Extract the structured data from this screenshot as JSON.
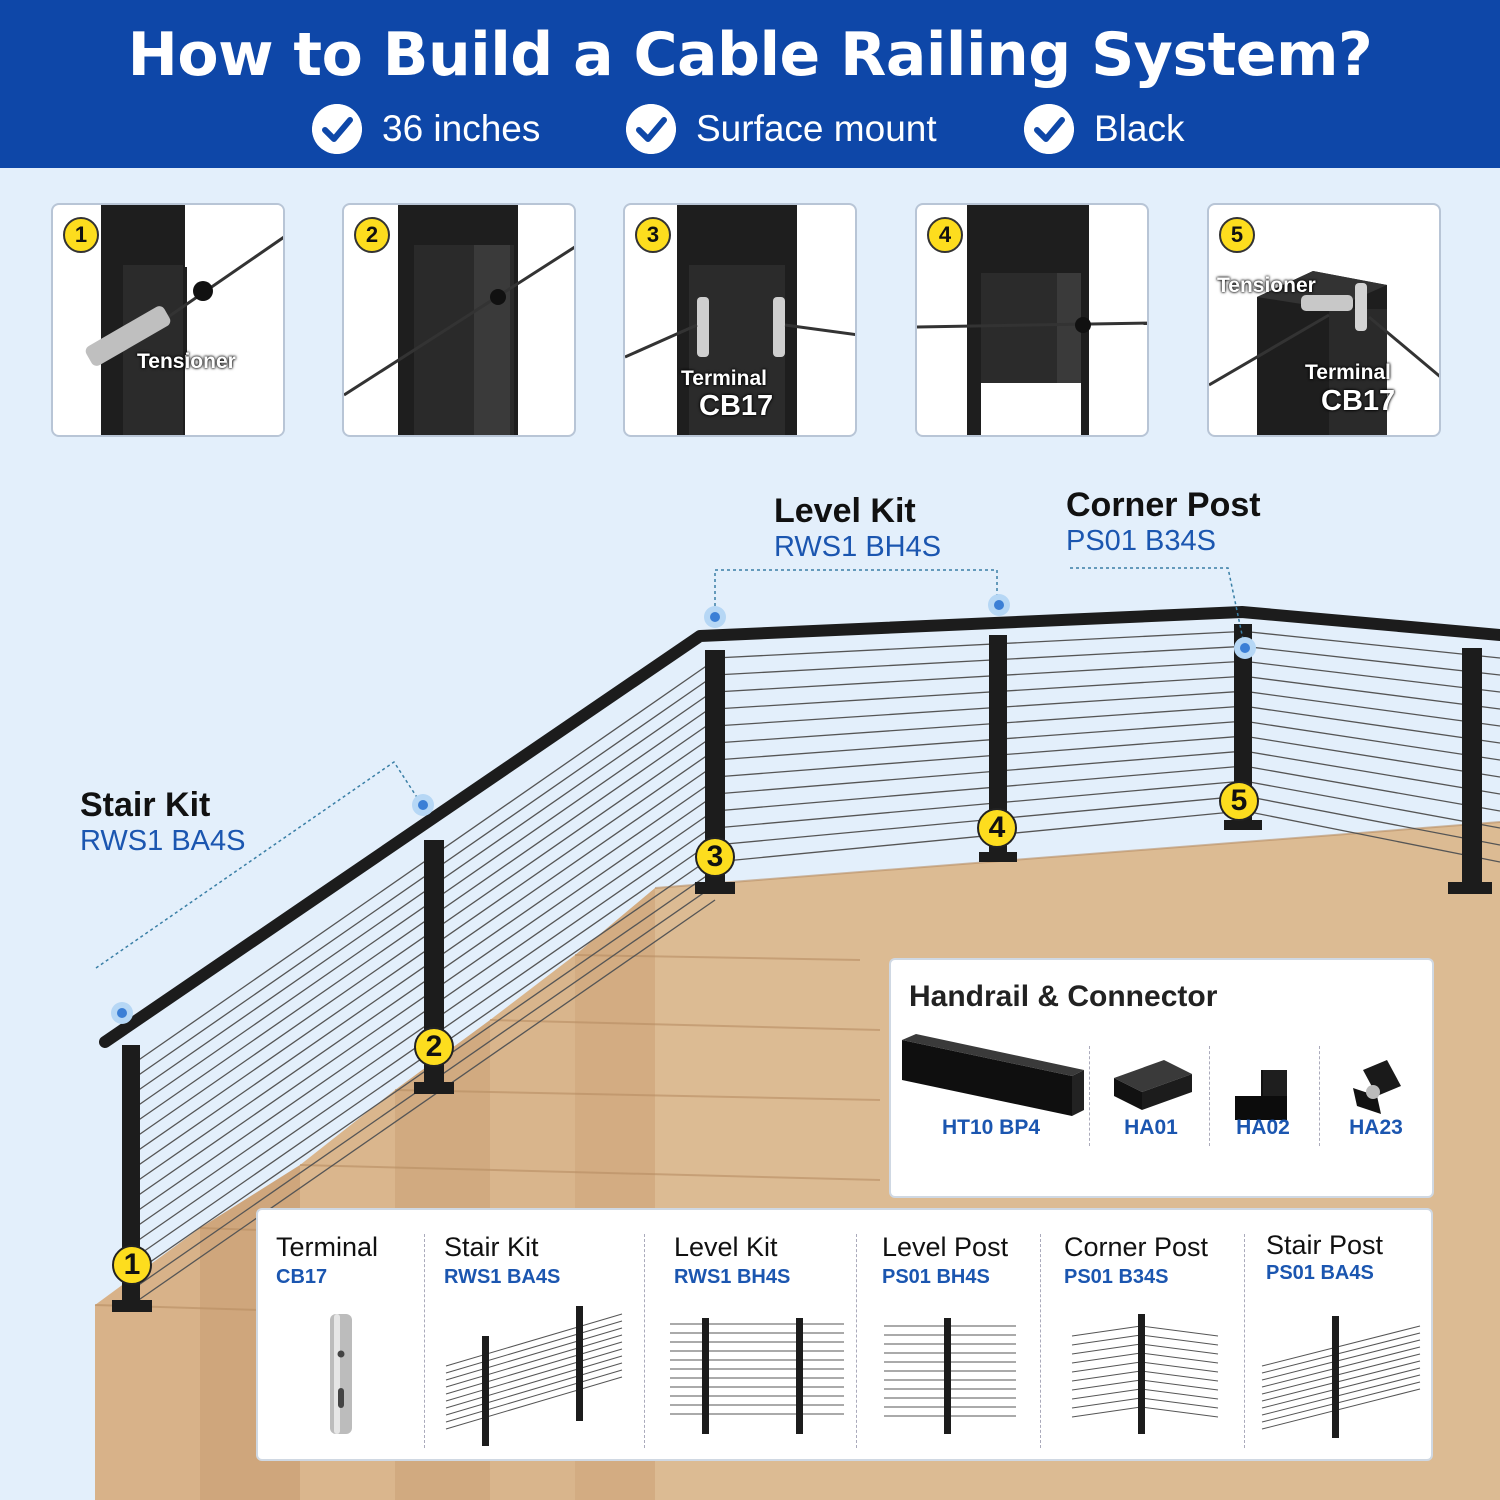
{
  "header": {
    "title": "How to Build a Cable Railing System?",
    "features": [
      {
        "label": "36 inches"
      },
      {
        "label": "Surface mount"
      },
      {
        "label": "Black"
      }
    ]
  },
  "steps": [
    {
      "number": "1",
      "labels": [
        "Tensioner"
      ]
    },
    {
      "number": "2",
      "labels": []
    },
    {
      "number": "3",
      "labels": [
        "Terminal",
        "CB17"
      ]
    },
    {
      "number": "4",
      "labels": []
    },
    {
      "number": "5",
      "labels": [
        "Tensioner",
        "Terminal",
        "CB17"
      ]
    }
  ],
  "callouts": {
    "stair_kit": {
      "name": "Stair Kit",
      "code": "RWS1 BA4S"
    },
    "level_kit": {
      "name": "Level Kit",
      "code": "RWS1 BH4S"
    },
    "corner_post": {
      "name": "Corner Post",
      "code": "PS01 B34S"
    }
  },
  "post_markers": [
    "1",
    "2",
    "3",
    "4",
    "5"
  ],
  "handrail": {
    "title": "Handrail & Connector",
    "items": [
      {
        "code": "HT10 BP4"
      },
      {
        "code": "HA01"
      },
      {
        "code": "HA02"
      },
      {
        "code": "HA23"
      }
    ]
  },
  "products": [
    {
      "name": "Terminal",
      "code": "CB17"
    },
    {
      "name": "Stair Kit",
      "code": "RWS1 BA4S"
    },
    {
      "name": "Level Kit",
      "code": "RWS1 BH4S"
    },
    {
      "name": "Level Post",
      "code": "PS01 BH4S"
    },
    {
      "name": "Corner Post",
      "code": "PS01 B34S"
    },
    {
      "name": "Stair Post",
      "code": "PS01 BA4S"
    }
  ],
  "colors": {
    "header_bg": "#0e47a8",
    "accent_blue": "#1b56b0",
    "badge_yellow": "#fddd1e",
    "post_black": "#1c1c1c",
    "deck_wood": "#d9b48b",
    "page_bg": "#e3effb"
  }
}
